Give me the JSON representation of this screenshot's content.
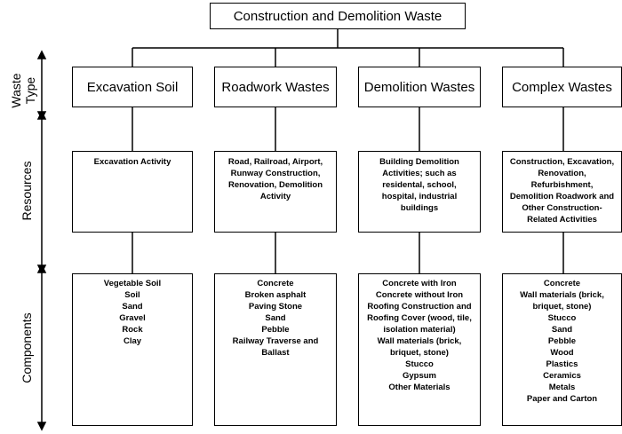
{
  "title": "Construction and Demolition Waste",
  "side_labels": {
    "waste_type": [
      "Waste",
      "Type"
    ],
    "resources": "Resources",
    "components": "Components"
  },
  "columns": [
    {
      "type": "Excavation Soil",
      "resources": [
        "Excavation Activity"
      ],
      "components": [
        "Vegetable Soil",
        "Soil",
        "Sand",
        "Gravel",
        "Rock",
        "Clay"
      ]
    },
    {
      "type": "Roadwork Wastes",
      "resources": [
        "Road, Railroad, Airport,",
        "Runway Construction,",
        "Renovation, Demolition",
        "Activity"
      ],
      "components": [
        "Concrete",
        "Broken asphalt",
        "Paving Stone",
        "Sand",
        "Pebble",
        "Railway Traverse  and",
        "Ballast"
      ]
    },
    {
      "type": "Demolition Wastes",
      "resources": [
        "Building Demolition",
        "Activities; such as",
        "residental, school,",
        "hospital, industrial",
        "buildings"
      ],
      "components": [
        "Concrete with Iron",
        "Concrete without Iron",
        "Roofing Construction and",
        "Roofing Cover (wood, tile,",
        "isolation material)",
        "Wall materials (brick,",
        "briquet, stone)",
        "Stucco",
        "Gypsum",
        "Other Materials"
      ]
    },
    {
      "type": "Complex Wastes",
      "resources": [
        "Construction, Excavation,",
        "Renovation,",
        "Refurbishment,",
        "Demolition Roadwork and",
        "Other Construction-",
        "Related Activities"
      ],
      "components": [
        "Concrete",
        "Wall materials (brick,",
        "briquet, stone)",
        "Stucco",
        "Sand",
        "Pebble",
        "Wood",
        "Plastics",
        "Ceramics",
        "Metals",
        "Paper and Carton"
      ]
    }
  ]
}
